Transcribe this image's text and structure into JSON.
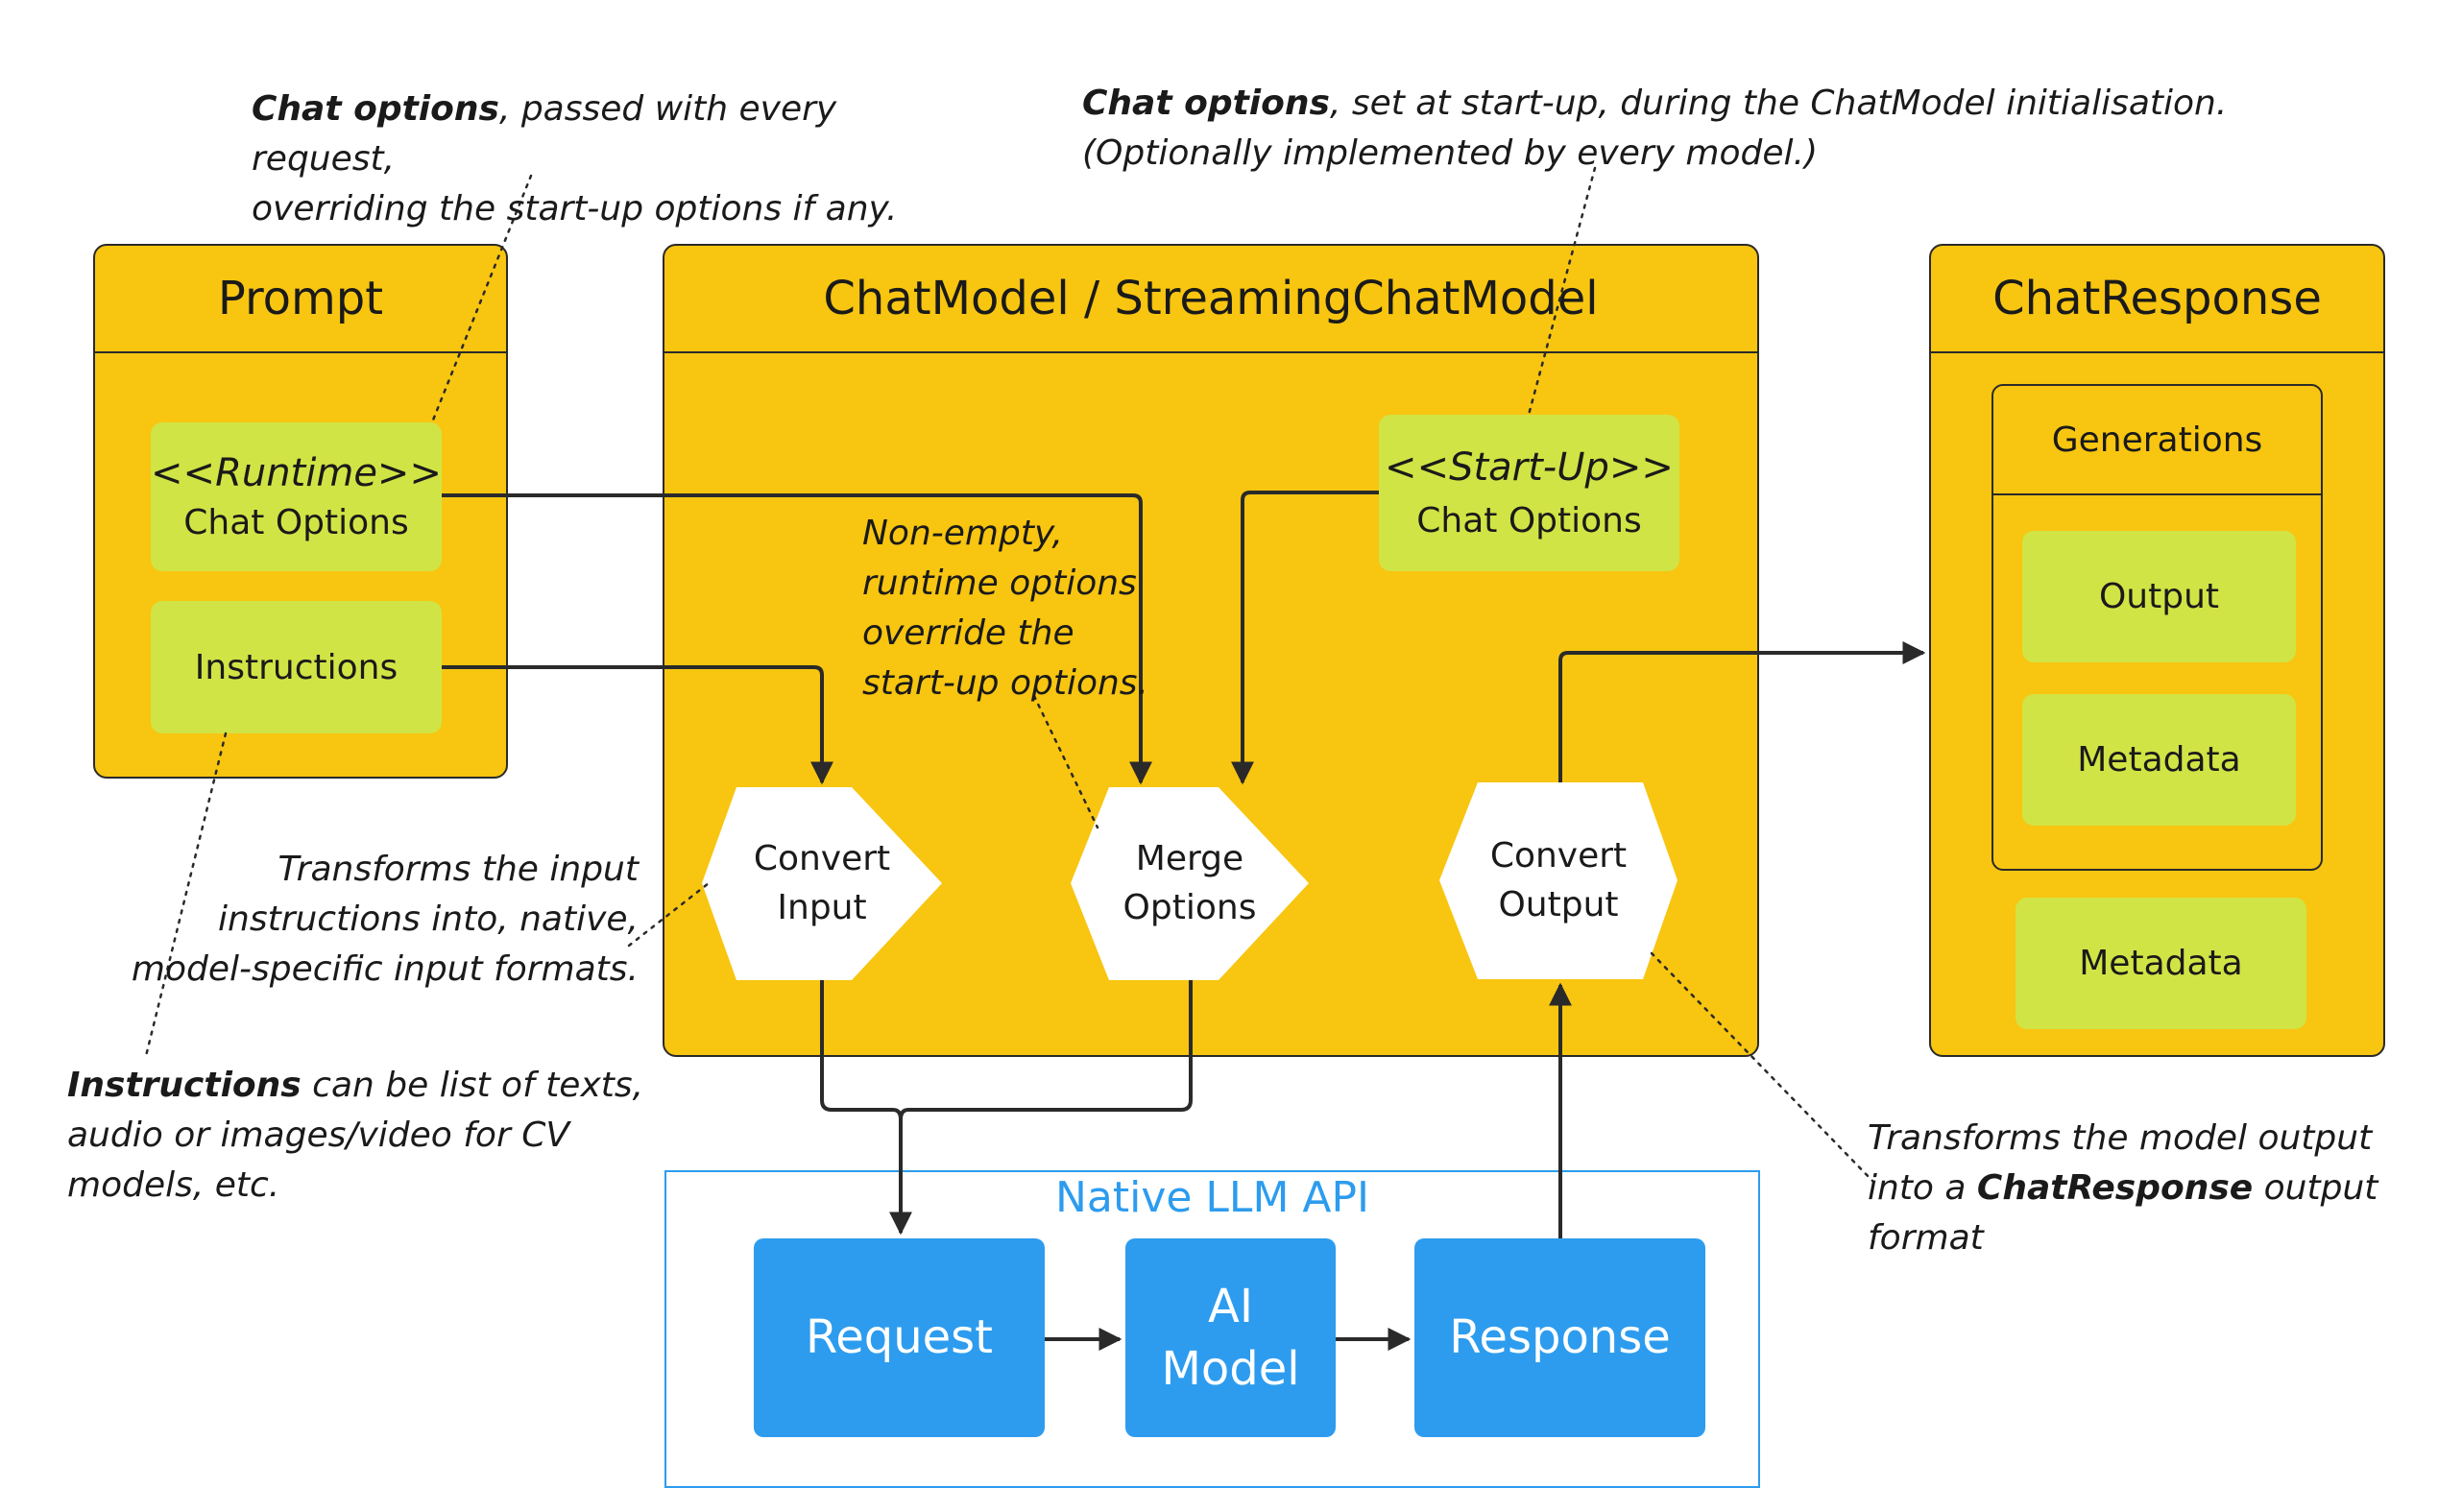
{
  "prompt": {
    "title": "Prompt",
    "runtime_stereotype": "<<Runtime>>",
    "runtime_label": "Chat Options",
    "instructions_label": "Instructions"
  },
  "chat_model": {
    "title": "ChatModel / StreamingChatModel",
    "startup_stereotype": "<<Start-Up>>",
    "startup_label": "Chat Options",
    "convert_input_line1": "Convert",
    "convert_input_line2": "Input",
    "merge_line1": "Merge",
    "merge_line2": "Options",
    "convert_output_line1": "Convert",
    "convert_output_line2": "Output"
  },
  "chat_response": {
    "title": "ChatResponse",
    "generations_title": "Generations",
    "output_label": "Output",
    "generation_metadata_label": "Metadata",
    "metadata_label": "Metadata"
  },
  "native_api": {
    "title": "Native LLM API",
    "request_label": "Request",
    "ai_model_line1": "AI",
    "ai_model_line2": "Model",
    "response_label": "Response"
  },
  "notes": {
    "runtime_options_bold": "Chat options",
    "runtime_options_rest1": ", passed with every  request,",
    "runtime_options_line2": "overriding the start-up options if any.",
    "startup_options_bold": "Chat options",
    "startup_options_rest1": ", set at start-up, during  the ChatModel initialisation.",
    "startup_options_line2": "(Optionally implemented by every model.)",
    "merge_note_line1": "Non-empty,",
    "merge_note_line2": "runtime options",
    "merge_note_line3": "override the",
    "merge_note_line4": "start-up options.",
    "convert_input_line1": "Transforms the input",
    "convert_input_line2": "instructions into, native,",
    "convert_input_line3": "model-specific input formats.",
    "instructions_bold": "Instructions",
    "instructions_rest1": " can be list of texts,",
    "instructions_line2": "audio or images/video for CV",
    "instructions_line3": "models, etc.",
    "convert_output_line1": "Transforms the model output",
    "convert_output_pre": "into  a ",
    "convert_output_bold": "ChatResponse",
    "convert_output_post": " output",
    "convert_output_line3": "format"
  },
  "colors": {
    "panel_fill": "#f8c510",
    "green_fill": "#d1e445",
    "blue_fill": "#2d9cee",
    "api_title": "#2d9cee"
  }
}
